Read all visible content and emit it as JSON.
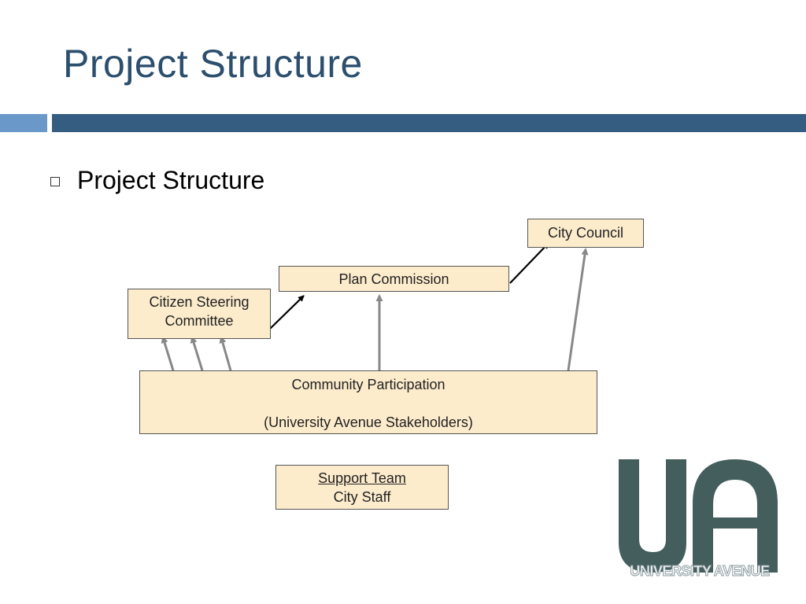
{
  "slide": {
    "title": "Project Structure"
  },
  "bullet": {
    "text": "Project Structure"
  },
  "diagram": {
    "city_council": "City Council",
    "plan_commission": "Plan Commission",
    "citizen_steering": [
      "Citizen Steering",
      "Committee"
    ],
    "community": [
      "Community Participation",
      "(University Avenue Stakeholders)"
    ],
    "support_team": [
      "Support Team",
      "City Staff"
    ]
  },
  "logo": {
    "letters": "UA",
    "text": "UNIVERSITY AVENUE",
    "color": "#445d5d"
  }
}
